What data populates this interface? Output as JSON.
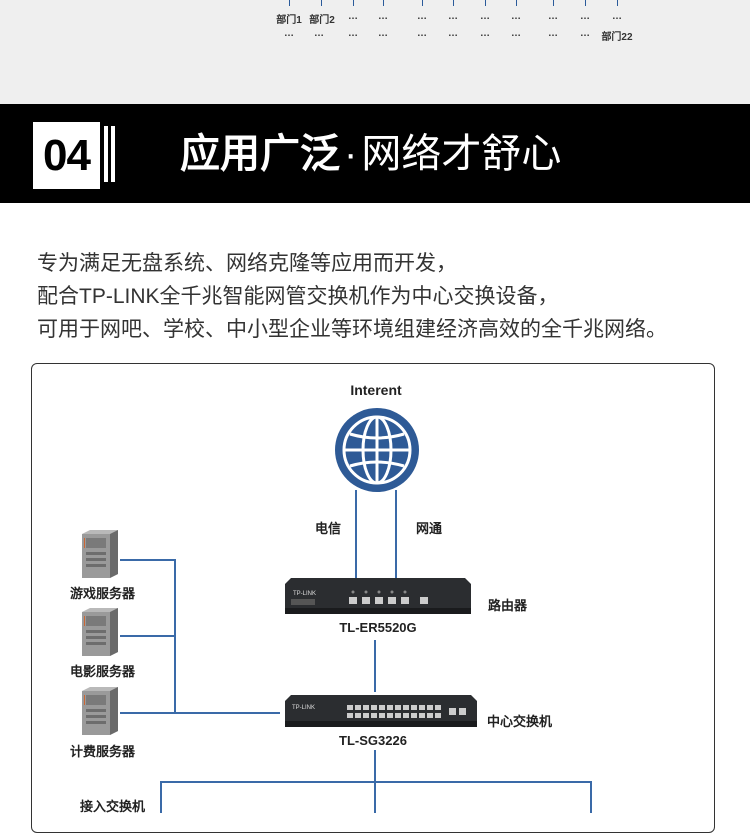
{
  "top_strip": {
    "row1": [
      "部门1",
      "部门2",
      "…",
      "…",
      "…",
      "…",
      "…",
      "…",
      "…",
      "…",
      "…"
    ],
    "row2": [
      "…",
      "…",
      "…",
      "…",
      "…",
      "…",
      "…",
      "…",
      "…",
      "…",
      "部门22"
    ]
  },
  "banner": {
    "number": "04",
    "title_bold": "应用广泛",
    "separator": "·",
    "title_light": "网络才舒心"
  },
  "description": [
    "专为满足无盘系统、网络克隆等应用而开发，",
    "配合TP-LINK全千兆智能网管交换机作为中心交换设备，",
    "可用于网吧、学校、中小型企业等环境组建经济高效的全千兆网络。"
  ],
  "diagram": {
    "internet_label": "Interent",
    "isp_left": "电信",
    "isp_right": "网通",
    "router_name": "路由器",
    "router_model": "TL-ER5520G",
    "switch_name": "中心交换机",
    "switch_model": "TL-SG3226",
    "servers": [
      "游戏服务器",
      "电影服务器",
      "计费服务器"
    ],
    "access_switch": "接入交换机",
    "device_brand": "TP-LINK",
    "line_color": "#3a6aa8",
    "globe_color": "#2e5a96"
  }
}
